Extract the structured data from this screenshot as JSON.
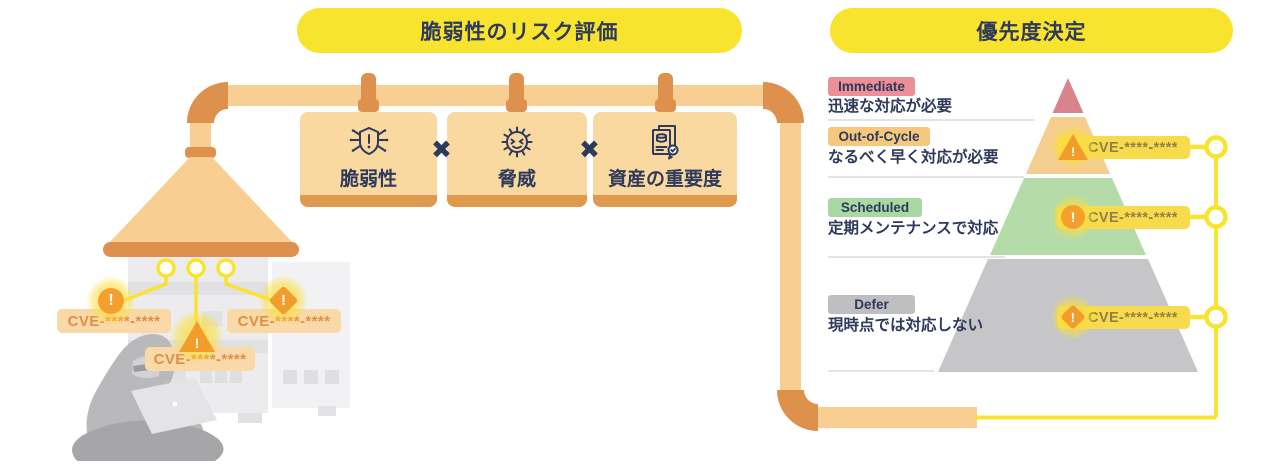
{
  "stage_left": {
    "title": "脆弱性のリスク評価",
    "factors": [
      {
        "label": "脆弱性",
        "icon": "vulnerability-shield-bug-icon"
      },
      {
        "label": "脅威",
        "icon": "threat-virus-icon"
      },
      {
        "label": "資産の重要度",
        "icon": "asset-importance-document-icon"
      }
    ],
    "operator": "✖",
    "detected_cves": [
      {
        "label": "CVE-****-****",
        "severity_icon": "exclamation-circle-icon"
      },
      {
        "label": "CVE-****-****",
        "severity_icon": "exclamation-diamond-icon"
      },
      {
        "label": "CVE-****-****",
        "severity_icon": "exclamation-triangle-icon"
      }
    ]
  },
  "stage_right": {
    "title": "優先度決定",
    "priority_levels": [
      {
        "badge": "Immediate",
        "badge_color": "#EC8F97",
        "description": "迅速な対応が必要"
      },
      {
        "badge": "Out-of-Cycle",
        "badge_color": "#F5C87D",
        "description": "なるべく早く対応が必要"
      },
      {
        "badge": "Scheduled",
        "badge_color": "#A9D8A2",
        "description": "定期メンテナンスで対応"
      },
      {
        "badge": "Defer",
        "badge_color": "#BFBFC1",
        "description": "現時点では対応しない"
      }
    ],
    "pyramid_cves": [
      {
        "label": "CVE-****-****",
        "severity_icon": "exclamation-triangle-icon",
        "level": "Out-of-Cycle"
      },
      {
        "label": "CVE-****-****",
        "severity_icon": "exclamation-circle-icon",
        "level": "Scheduled"
      },
      {
        "label": "CVE-****-****",
        "severity_icon": "exclamation-diamond-icon",
        "level": "Defer"
      }
    ]
  },
  "icons": {
    "warning_glyph": "!"
  },
  "colors": {
    "accent_yellow": "#F8E42E",
    "pipe_light": "#F8CE93",
    "pipe_dark": "#DE914C",
    "panel_light": "#F9D9A0",
    "panel_bar": "#E09A4F",
    "text_navy": "#2E3A5C",
    "cve_pill_bg": "#FAD9A8",
    "cve_text_orange": "#DE9048",
    "gold_pill_bg": "#F8DB4D",
    "gold_pill_text": "#8F8149",
    "warning_orange": "#F5A02E",
    "pyramid_red": "#D9838B",
    "pyramid_orange": "#F5CD8F",
    "pyramid_green": "#B5DCA8",
    "pyramid_gray": "#C6C6C8"
  }
}
